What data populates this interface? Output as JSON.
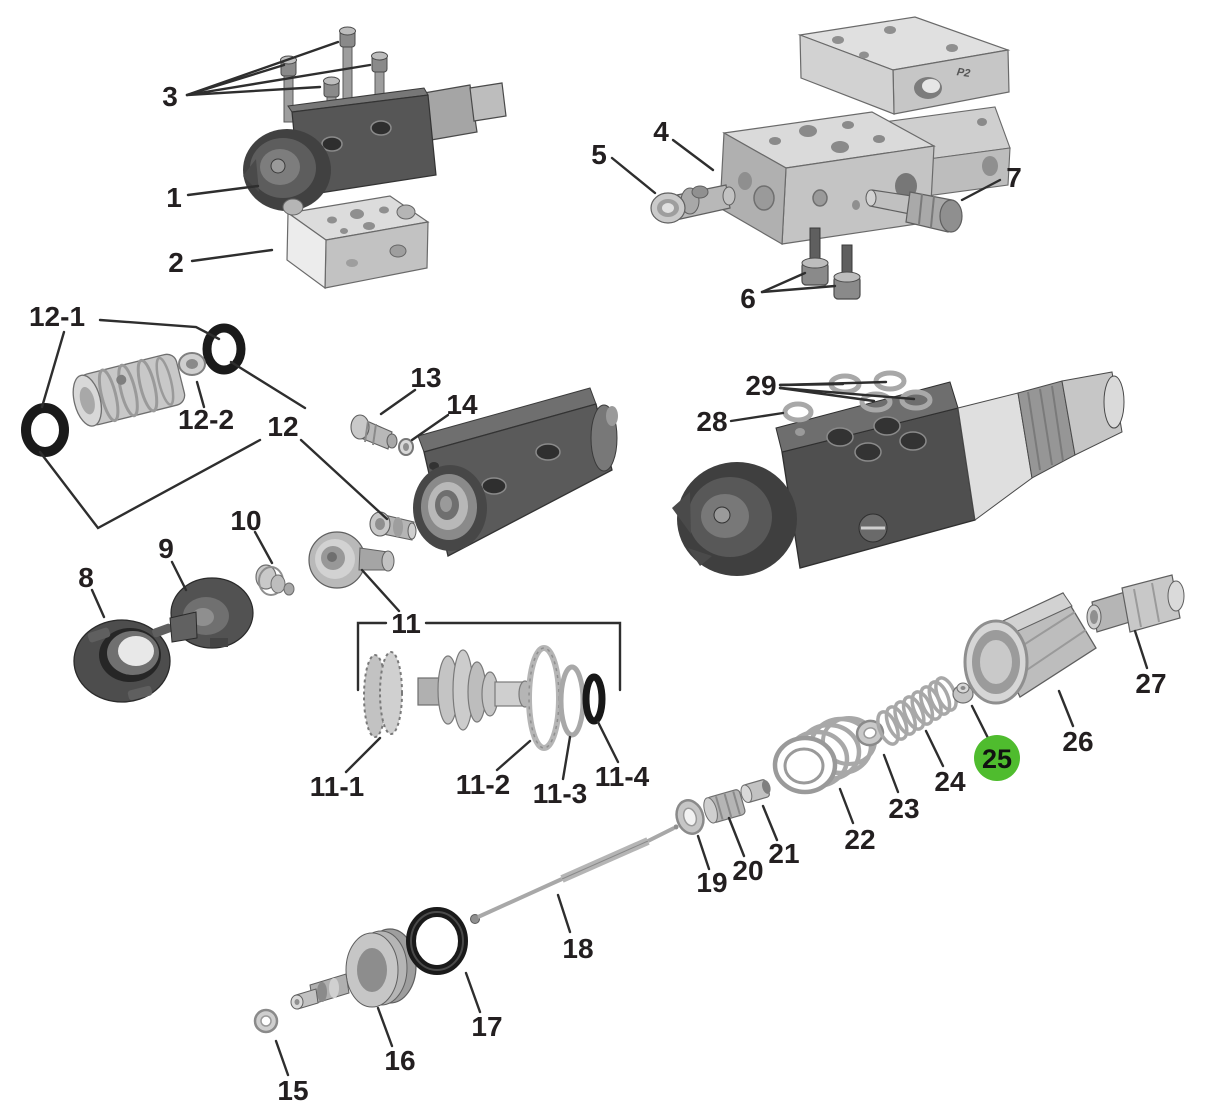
{
  "diagram": {
    "type": "exploded-parts-diagram",
    "subject": "automatic spray gun valve assembly parts breakdown",
    "background": "#ffffff",
    "colors": {
      "leader_line": "#2e2e2e",
      "label_text": "#231f20",
      "part_dark": "#555555",
      "part_mid": "#9a9a9a",
      "part_light": "#c9c9c9",
      "o_ring": "#1a1a1a"
    },
    "highlight": {
      "label": "25",
      "color": "#4fbc2e",
      "text_color": "#111111"
    },
    "marking": {
      "p2": "P2"
    },
    "labels": {
      "n1": "1",
      "n2": "2",
      "n3": "3",
      "n4": "4",
      "n5": "5",
      "n6": "6",
      "n7": "7",
      "n8": "8",
      "n9": "9",
      "n10": "10",
      "n11": "11",
      "n11_1": "11-1",
      "n11_2": "11-2",
      "n11_3": "11-3",
      "n11_4": "11-4",
      "n12": "12",
      "n12_1": "12-1",
      "n12_2": "12-2",
      "n13": "13",
      "n14": "14",
      "n15": "15",
      "n16": "16",
      "n17": "17",
      "n18": "18",
      "n19": "19",
      "n20": "20",
      "n21": "21",
      "n22": "22",
      "n23": "23",
      "n24": "24",
      "n25": "25",
      "n26": "26",
      "n27": "27",
      "n28": "28",
      "n29": "29"
    }
  }
}
